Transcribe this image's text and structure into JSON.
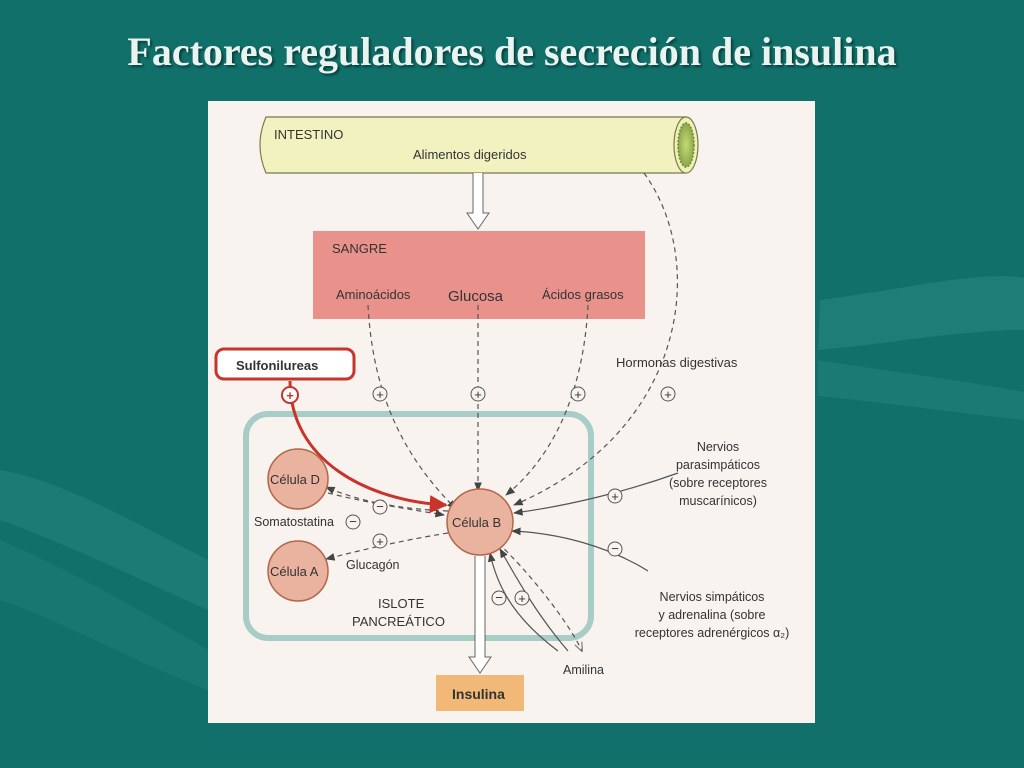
{
  "slide": {
    "title": "Factores reguladores de secreción de insulina"
  },
  "diagram": {
    "intestine": {
      "label": "INTESTINO",
      "sublabel": "Alimentos digeridos"
    },
    "blood": {
      "label": "SANGRE",
      "nutrients": [
        "Aminoácidos",
        "Glucosa",
        "Ácidos grasos"
      ]
    },
    "sulfonylureas": "Sulfonilureas",
    "digestive_hormones": "Hormonas digestivas",
    "parasympathetic": [
      "Nervios",
      "parasimpáticos",
      "(sobre receptores",
      "muscarínicos)"
    ],
    "sympathetic": [
      "Nervios simpáticos",
      "y adrenalina (sobre",
      "receptores adrenérgicos α₂)"
    ],
    "cell_d": "Célula D",
    "cell_a": "Célula A",
    "cell_b": "Célula B",
    "somatostatin": "Somatostatina",
    "glucagon": "Glucagón",
    "islet": [
      "ISLOTE",
      "PANCREÁTICO"
    ],
    "amylin": "Amilina",
    "insulin": "Insulina",
    "plus_sign": "+",
    "minus_sign": "−",
    "colors": {
      "background": "#11706a",
      "figure_bg": "#f8f3ee",
      "intestine": "#f2f2c0",
      "blood": "#e9928c",
      "islet_border": "#a8ccc6",
      "cell": "#eab3a0",
      "insulin_box": "#f1b878",
      "sulfonylurea_red": "#c8342a"
    }
  }
}
